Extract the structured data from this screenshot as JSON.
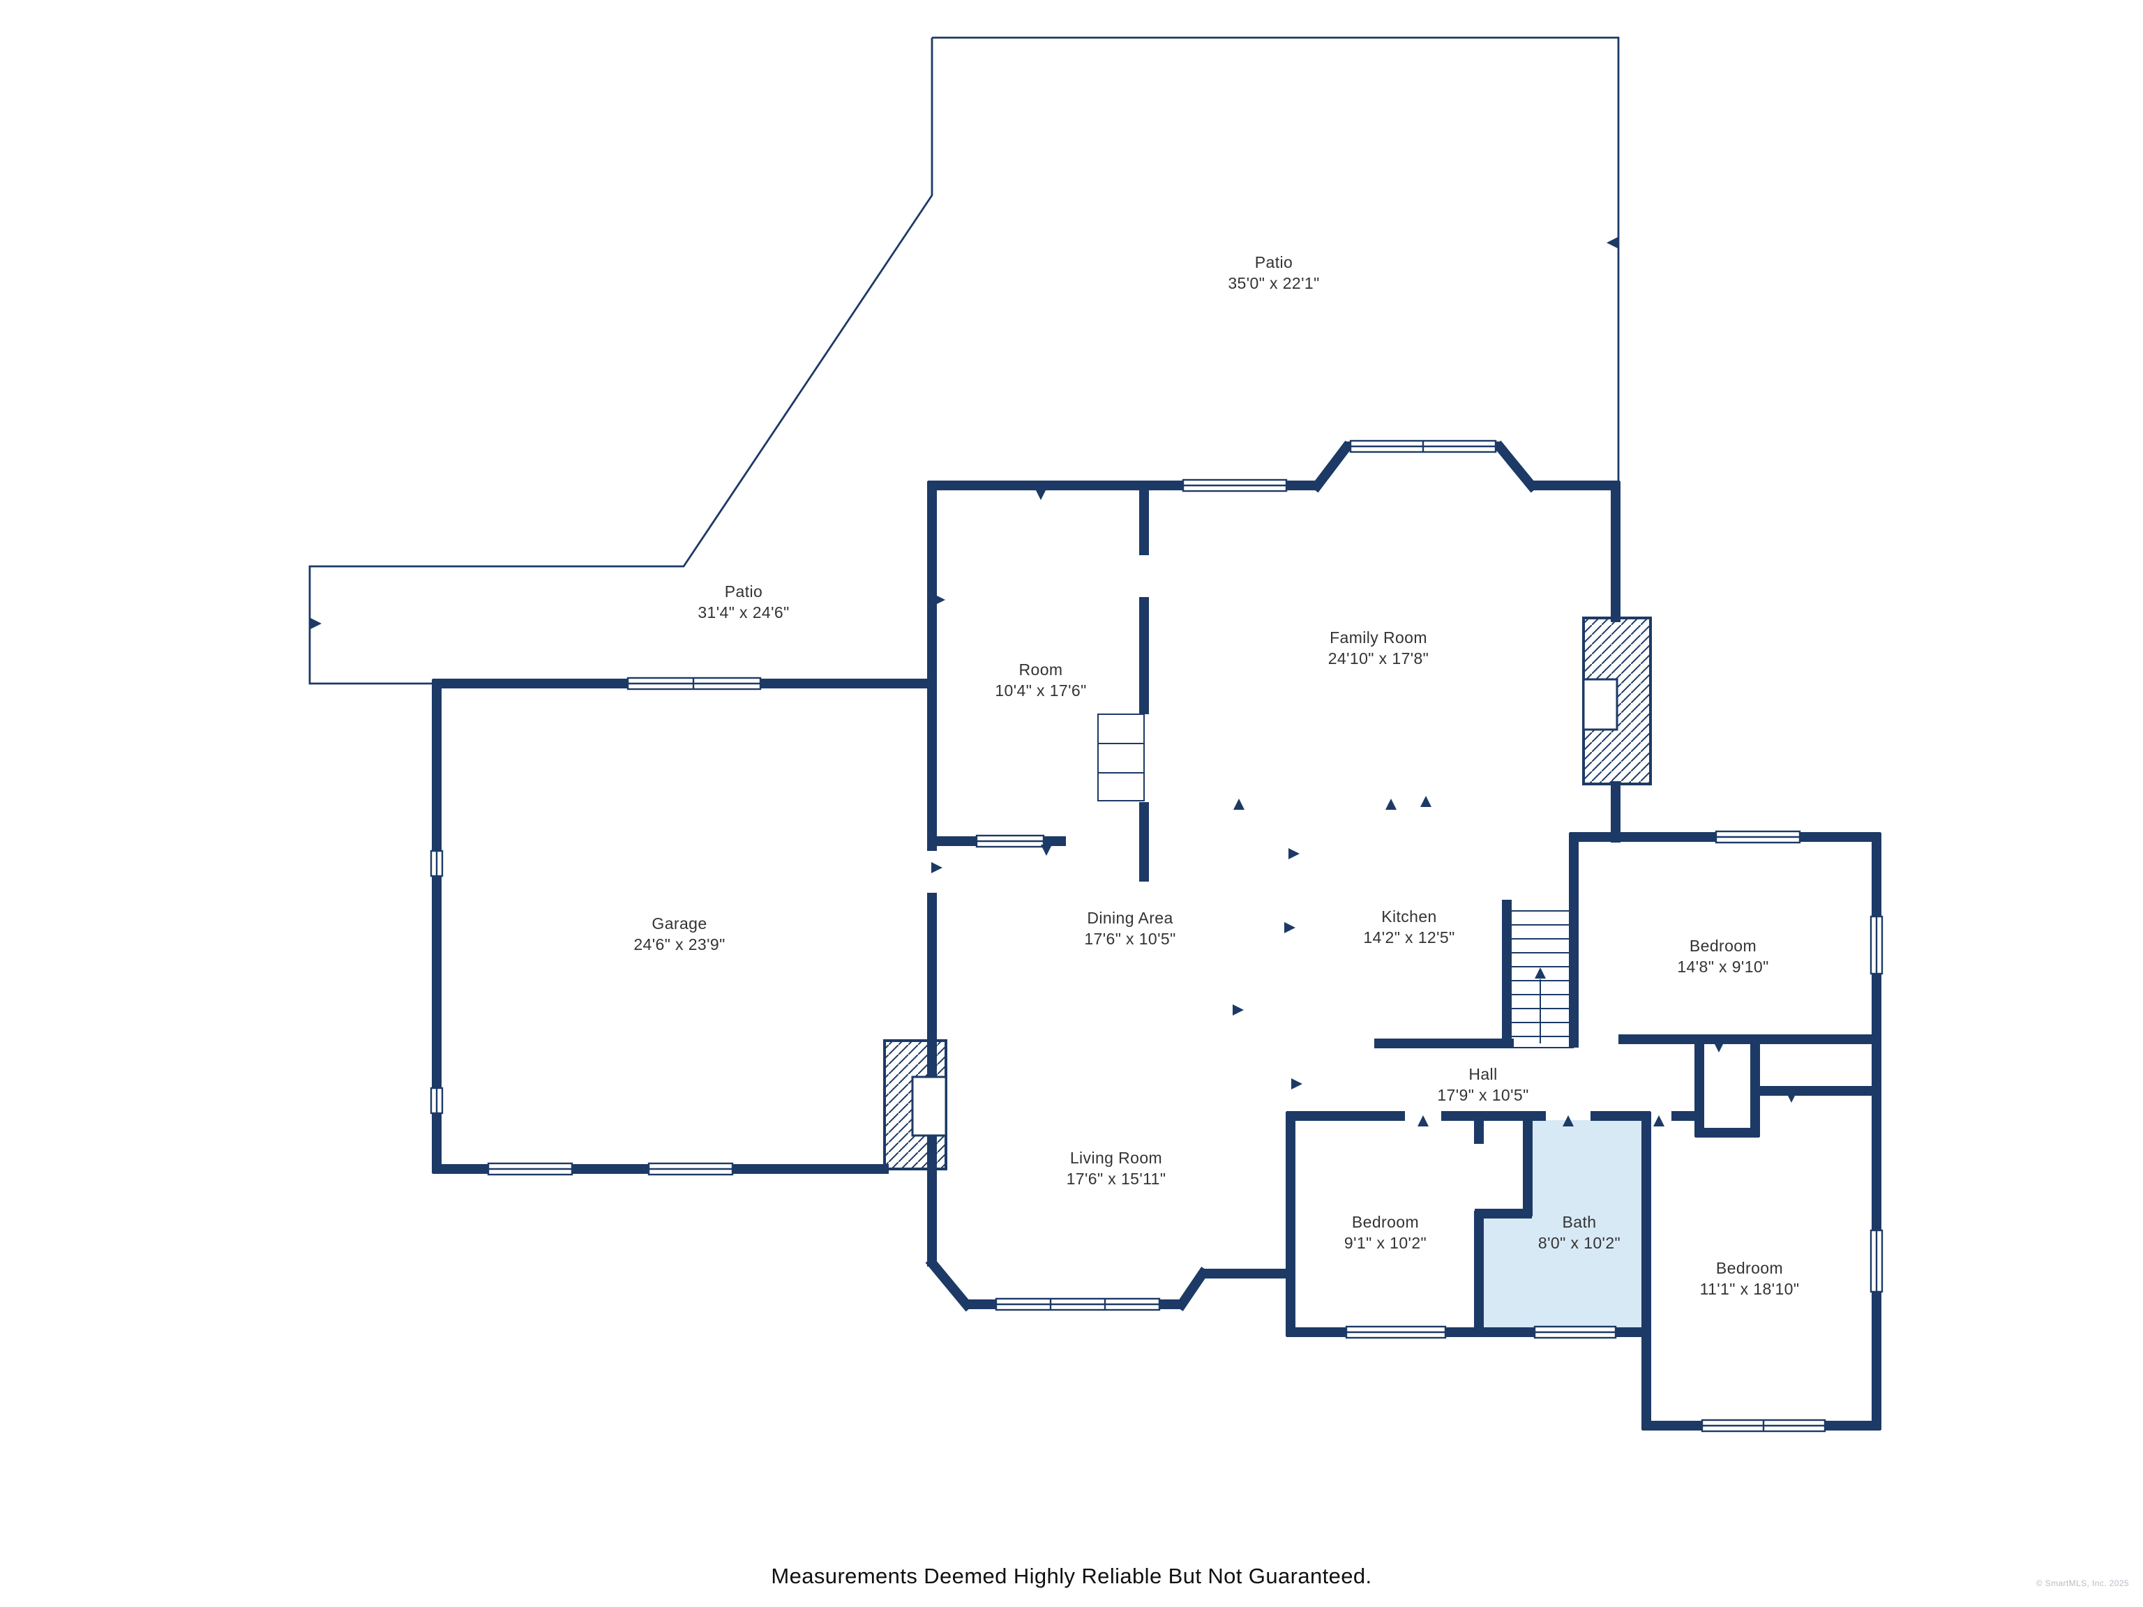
{
  "page": {
    "footer": "Measurements Deemed Highly Reliable But Not Guaranteed.",
    "copyright": "© SmartMLS, Inc. 2025"
  },
  "colors": {
    "wall": "#1d3a66",
    "bath": "#d8e9f6",
    "ink": "#333333",
    "muted": "#b9bcc4"
  },
  "rooms": [
    {
      "id": "patio-top",
      "name": "Patio",
      "dims": "35'0\" x 22'1\""
    },
    {
      "id": "patio-left",
      "name": "Patio",
      "dims": "31'4\" x 24'6\""
    },
    {
      "id": "room",
      "name": "Room",
      "dims": "10'4\" x 17'6\""
    },
    {
      "id": "family-room",
      "name": "Family Room",
      "dims": "24'10\" x 17'8\""
    },
    {
      "id": "garage",
      "name": "Garage",
      "dims": "24'6\" x 23'9\""
    },
    {
      "id": "dining-area",
      "name": "Dining Area",
      "dims": "17'6\" x 10'5\""
    },
    {
      "id": "kitchen",
      "name": "Kitchen",
      "dims": "14'2\" x 12'5\""
    },
    {
      "id": "bedroom-upper-right",
      "name": "Bedroom",
      "dims": "14'8\" x 9'10\""
    },
    {
      "id": "hall",
      "name": "Hall",
      "dims": "17'9\" x 10'5\""
    },
    {
      "id": "living-room",
      "name": "Living Room",
      "dims": "17'6\" x 15'11\""
    },
    {
      "id": "bedroom-middle",
      "name": "Bedroom",
      "dims": "9'1\" x 10'2\""
    },
    {
      "id": "bath",
      "name": "Bath",
      "dims": "8'0\" x 10'2\""
    },
    {
      "id": "bedroom-lower-right",
      "name": "Bedroom",
      "dims": "11'1\" x 18'10\""
    }
  ]
}
